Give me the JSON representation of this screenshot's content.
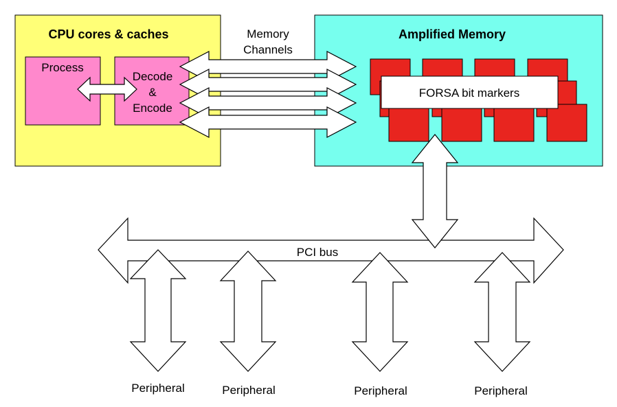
{
  "colors": {
    "cpu_fill": "#FFFF77",
    "memory_fill": "#77FFEE",
    "block_fill": "#FF88CC",
    "chip_fill": "#E8251F",
    "arrow_fill": "#FFFFFF",
    "stroke": "#000000"
  },
  "cpu_box": {
    "title": "CPU cores & caches",
    "process_label": "Process",
    "decode_lines": [
      "Decode",
      "&",
      "Encode"
    ]
  },
  "memory_channels": {
    "label_lines": [
      "Memory",
      "Channels"
    ]
  },
  "memory_box": {
    "title": "Amplified Memory",
    "marker_label": "FORSA bit markers"
  },
  "bus": {
    "label": "PCI bus"
  },
  "peripherals": [
    "Peripheral",
    "Peripheral",
    "Peripheral",
    "Peripheral"
  ]
}
